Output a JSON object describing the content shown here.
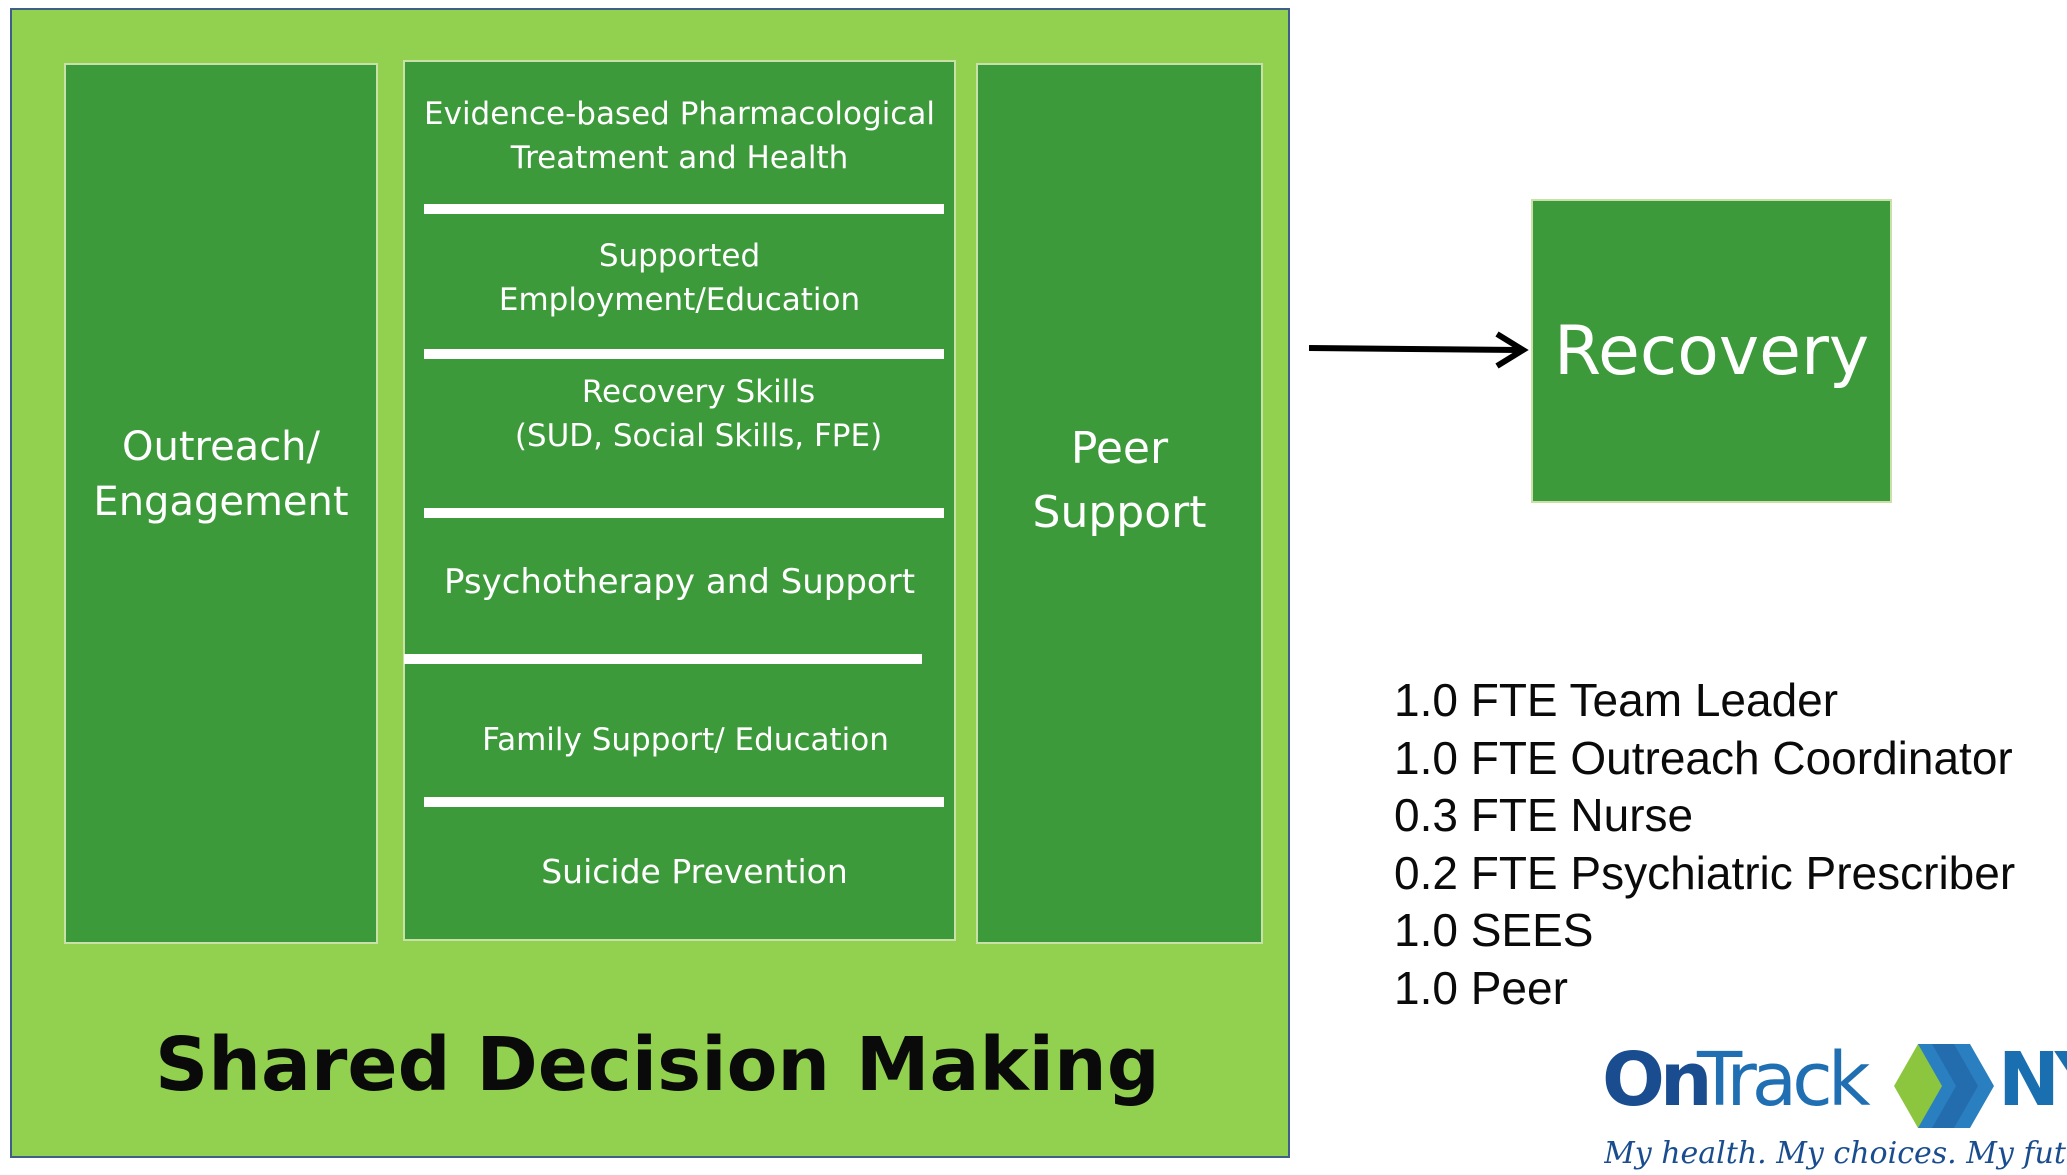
{
  "diagram": {
    "left_column": {
      "label_lines": [
        "Outreach/",
        "Engagement"
      ]
    },
    "services": [
      {
        "lines": [
          "Evidence-based Pharmacological",
          "Treatment and Health"
        ]
      },
      {
        "lines": [
          "Supported",
          "Employment/Education"
        ]
      },
      {
        "lines": [
          "Recovery Skills",
          "(SUD, Social Skills, FPE)"
        ]
      },
      {
        "lines": [
          "Psychotherapy and Support"
        ]
      },
      {
        "lines": [
          "Family Support/ Education"
        ]
      },
      {
        "lines": [
          "Suicide Prevention"
        ]
      }
    ],
    "right_column": {
      "label_lines": [
        "Peer",
        "Support"
      ]
    },
    "footer_title": "Shared Decision Making",
    "outcome": "Recovery"
  },
  "staffing": [
    "1.0 FTE Team Leader",
    "1.0 FTE Outreach Coordinator",
    "0.3 FTE Nurse",
    "0.2 FTE Psychiatric Prescriber",
    "1.0 SEES",
    "1.0 Peer"
  ],
  "logo": {
    "word_on": "On",
    "word_track": "Track",
    "word_ny": "NY",
    "tagline": "My health. My choices. My future.",
    "colors": {
      "on": "#1a4d8f",
      "track": "#1f6fb2",
      "ny": "#1a6fb0",
      "chevron_blue": "#2a7fc0",
      "chevron_green": "#8cc63f"
    }
  },
  "colors": {
    "panel": "#92d050",
    "box": "#3c9a3a",
    "text_on_box": "#ffffff"
  }
}
